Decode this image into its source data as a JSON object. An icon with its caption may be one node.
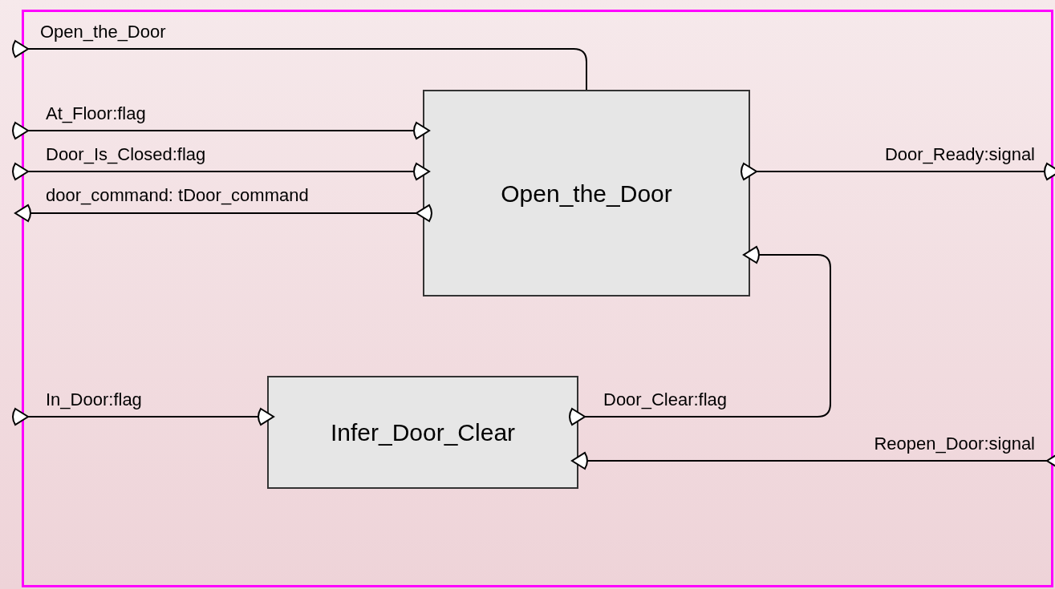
{
  "diagram": {
    "nodes": [
      {
        "text": [],
        "shape": "box"
      },
      {
        "text": [
          "Open_the_Door"
        ],
        "in": 0
      },
      {
        "text": [
          "Infer_Door_Clear"
        ],
        "in": 0
      }
    ],
    "edges": [
      {
        "from": 0,
        "to": 1,
        "arrow": "other",
        "label": "Open_the_Door"
      },
      {
        "from": 0,
        "to": 1,
        "arrow": "to",
        "label": "At_Floor:flag"
      },
      {
        "from": 0,
        "to": 1,
        "arrow": "to",
        "label": "Door_Is_Closed:flag"
      },
      {
        "from": 1,
        "to": 0,
        "arrow": "to",
        "label": "door_command: tDoor_command"
      },
      {
        "from": 1,
        "to": 0,
        "arrow": "to",
        "label": "Door_Ready:signal"
      },
      {
        "from": 0,
        "to": 2,
        "arrow": "to",
        "label": "In_Door:flag"
      },
      {
        "from": 2,
        "to": 1,
        "arrow": "to",
        "label": "Door_Clear:flag"
      },
      {
        "from": 0,
        "to": 2,
        "arrow": "to",
        "label": "Reopen_Door:signal"
      }
    ]
  }
}
